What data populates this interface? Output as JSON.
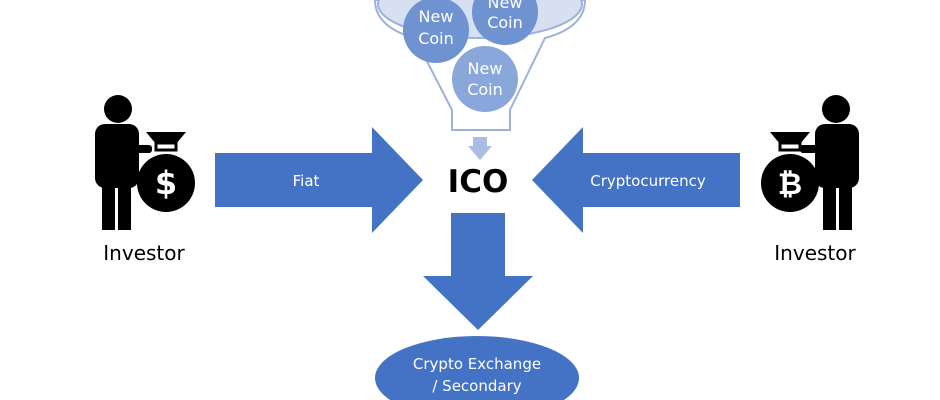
{
  "diagram": {
    "center_label": "ICO",
    "coins": [
      {
        "line1": "New",
        "line2": "Coin"
      },
      {
        "line1": "New",
        "line2": "Coin"
      },
      {
        "line1": "New",
        "line2": "Coin"
      }
    ],
    "left_investor": {
      "label": "Investor",
      "symbol": "$"
    },
    "right_investor": {
      "label": "Investor",
      "symbol": "₿"
    },
    "left_arrow_label": "Fiat",
    "right_arrow_label": "Cryptocurrency",
    "exchange": {
      "line1": "Crypto Exchange",
      "line2": "/ Secondary"
    }
  },
  "colors": {
    "arrow": "#4472c4",
    "coin": "#7b9cd4",
    "funnel": "#bccbe8",
    "black": "#000000",
    "text_light": "#ffffff"
  }
}
